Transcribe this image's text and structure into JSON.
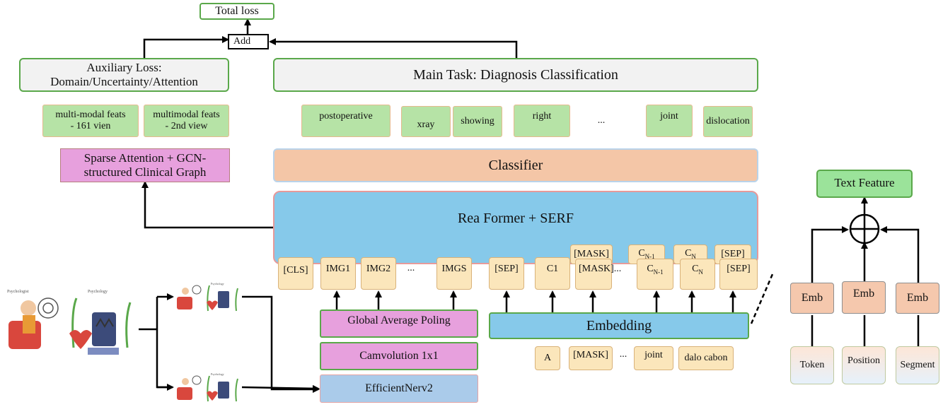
{
  "top": {
    "total_loss": "Total loss",
    "add": "Add"
  },
  "aux_loss": {
    "line1": "Auxiliary Loss:",
    "line2": "Domain/Uncertainty/Attention"
  },
  "main_task": "Main Task: Diagnosis Classification",
  "mm_feats": [
    {
      "line1": "multi-modal feats",
      "line2": "- 161 vien"
    },
    {
      "line1": "multimodal feats",
      "line2": "- 2nd view"
    }
  ],
  "word_tokens": [
    "postoperative",
    "xray",
    "showing",
    "right",
    "...",
    "joint",
    "dislocation"
  ],
  "sparse_attention": {
    "line1": "Sparse Attention + GCN-",
    "line2": "structured Clinical Graph"
  },
  "classifier": "Classifier",
  "rea_former": "Rea Former + SERF",
  "input_tokens": {
    "cls": "[CLS]",
    "img1": "IMG1",
    "img2": "IMG2",
    "dots1": "...",
    "imgs": "IMGS",
    "sep": "[SEP]",
    "c1": "C1",
    "mask_back": "[MASK]",
    "mask_front": "[MASK]...",
    "cn1_back": "C",
    "cn1_back_sub": "N-1",
    "cn1": "C",
    "cn1_sub": "N-1",
    "cn_back": "C",
    "cn_back_sub": "N",
    "cn": "C",
    "cn_sub": "N",
    "sep_back": "[SEP]",
    "sep_end": "[SEP]"
  },
  "image_branch": {
    "gap": "Global Average Poling",
    "conv": "Camvolution 1x1",
    "backbone": "EfficientNerv2"
  },
  "embedding": "Embedding",
  "text_inputs": [
    "A",
    "[MASK]",
    "...",
    "joint",
    "dalo cabon"
  ],
  "text_feature": {
    "title": "Text Feature",
    "embs": [
      "Emb",
      "Emb",
      "Emb"
    ],
    "inputs": [
      "Token",
      "Position",
      "Segment"
    ]
  },
  "image_labels": {
    "big_left": "Psychologist",
    "big_right": "Psychology",
    "small": "Psychology"
  },
  "colors": {
    "green_border": "#5aa84a",
    "feat_green": "#b6e3a6",
    "pink": "#e7a0dd",
    "salmon": "#f4c6a7",
    "blue": "#86c9ea",
    "light_blue": "#aacbea",
    "token": "#fbe6bb"
  }
}
